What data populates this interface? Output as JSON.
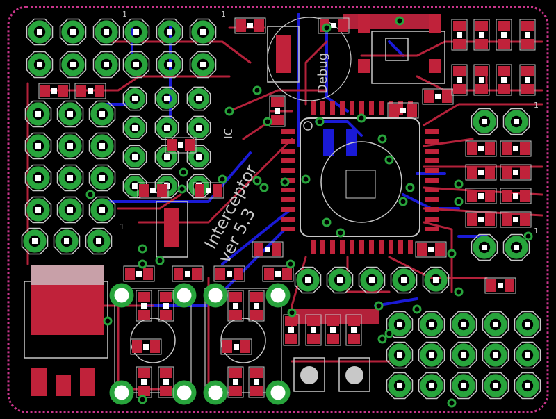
{
  "board": {
    "silkscreen_labels": {
      "name": "Interceptor",
      "version": "ver 5.3",
      "debug": "Debug",
      "ic_marker": "IC",
      "pin1_markers": [
        "1",
        "1",
        "1",
        "1",
        "1"
      ]
    }
  },
  "colors": {
    "background": "#000000",
    "top_copper": "#b3213a",
    "bottom_copper": "#1a1ad6",
    "pad_copper": "#c0223a",
    "via_ring": "#28a43c",
    "silkscreen": "#c8c8c8",
    "board_outline": "#c8358a",
    "drill": "#ffffff"
  }
}
